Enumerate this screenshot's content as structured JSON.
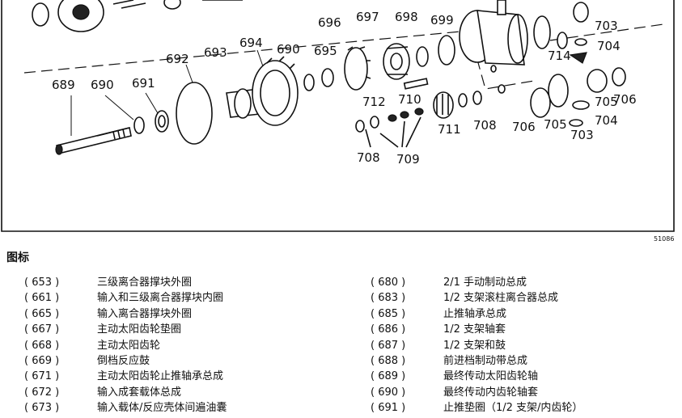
{
  "diagram": {
    "callouts": [
      "696",
      "697",
      "698",
      "699",
      "703",
      "704",
      "714",
      "692",
      "693",
      "694",
      "690",
      "695",
      "712",
      "710",
      "689",
      "690",
      "691",
      "711",
      "708",
      "705",
      "706",
      "704",
      "703",
      "706",
      "705",
      "708",
      "709"
    ],
    "figure_number": "51086"
  },
  "legend": {
    "title": "图标",
    "left": [
      {
        "code": "( 653 )",
        "desc": "三级离合器撑块外圈"
      },
      {
        "code": "( 661 )",
        "desc": "输入和三级离合器撑块内圈"
      },
      {
        "code": "( 665 )",
        "desc": "输入离合器撑块外圈"
      },
      {
        "code": "( 667 )",
        "desc": "主动太阳齿轮垫圈"
      },
      {
        "code": "( 668 )",
        "desc": "主动太阳齿轮"
      },
      {
        "code": "( 669 )",
        "desc": "倒档反应鼓"
      },
      {
        "code": "( 671 )",
        "desc": "主动太阳齿轮止推轴承总成"
      },
      {
        "code": "( 672 )",
        "desc": "输入成套载体总成"
      },
      {
        "code": "( 673 )",
        "desc": "输入载体/反应壳体间遍油囊"
      }
    ],
    "right": [
      {
        "code": "( 680 )",
        "desc": "2/1 手动制动总成"
      },
      {
        "code": "( 683 )",
        "desc": "1/2 支架滚柱离合器总成"
      },
      {
        "code": "( 685 )",
        "desc": "止推轴承总成"
      },
      {
        "code": "( 686 )",
        "desc": "1/2 支架轴套"
      },
      {
        "code": "( 687 )",
        "desc": "1/2 支架和鼓"
      },
      {
        "code": "( 688 )",
        "desc": "前进档制动带总成"
      },
      {
        "code": "( 689 )",
        "desc": "最终传动太阳齿轮轴"
      },
      {
        "code": "( 690 )",
        "desc": "最终传动内齿轮轴套"
      },
      {
        "code": "( 691 )",
        "desc": "止推垫圈（1/2 支架/内齿轮）"
      }
    ]
  }
}
